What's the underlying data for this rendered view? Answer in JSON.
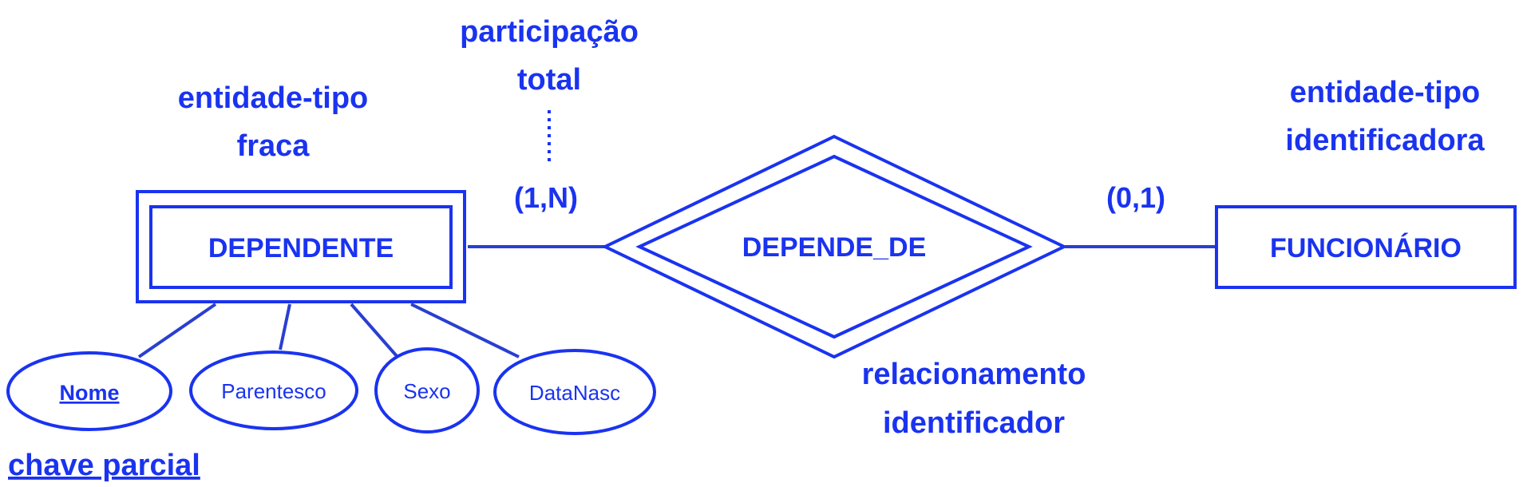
{
  "colors": {
    "primary": "#1a33f0",
    "connector": "#2a3fd0",
    "background": "#ffffff"
  },
  "annotations": {
    "participation_line1": "participação",
    "participation_line2": "total",
    "weak_entity_line1": "entidade-tipo",
    "weak_entity_line2": "fraca",
    "owner_entity_line1": "entidade-tipo",
    "owner_entity_line2": "identificadora",
    "identifying_rel_line1": "relacionamento",
    "identifying_rel_line2": "identificador",
    "partial_key": "chave parcial"
  },
  "entities": {
    "weak": "DEPENDENTE",
    "owner": "FUNCIONÁRIO"
  },
  "relationship": "DEPENDE_DE",
  "cardinalities": {
    "weak_side": "(1,N)",
    "owner_side": "(0,1)"
  },
  "attributes": [
    "Nome",
    "Parentesco",
    "Sexo",
    "DataNasc"
  ]
}
